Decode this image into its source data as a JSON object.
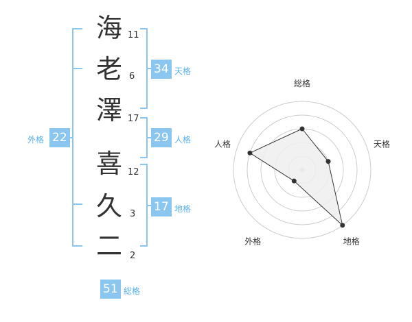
{
  "name": {
    "chars": [
      {
        "char": "海",
        "strokes": "11"
      },
      {
        "char": "老",
        "strokes": "6"
      },
      {
        "char": "澤",
        "strokes": "17"
      },
      {
        "char": "喜",
        "strokes": "12"
      },
      {
        "char": "久",
        "strokes": "3"
      },
      {
        "char": "二",
        "strokes": "2"
      }
    ]
  },
  "kakusu": {
    "tenkaku": {
      "value": "34",
      "label": "天格"
    },
    "jinkaku": {
      "value": "29",
      "label": "人格"
    },
    "chikaku": {
      "value": "17",
      "label": "地格"
    },
    "gaikaku": {
      "value": "22",
      "label": "外格"
    },
    "soukaku": {
      "value": "51",
      "label": "総格"
    }
  },
  "chart_data": {
    "type": "radar",
    "axes": [
      "総格",
      "天格",
      "地格",
      "外格",
      "人格"
    ],
    "values": [
      3,
      2,
      5,
      1,
      4
    ],
    "rmax": 5,
    "colors": {
      "fill": "#eeeeee",
      "line": "#333333",
      "grid": "#cccccc",
      "accent": "#8ac6f0"
    }
  }
}
